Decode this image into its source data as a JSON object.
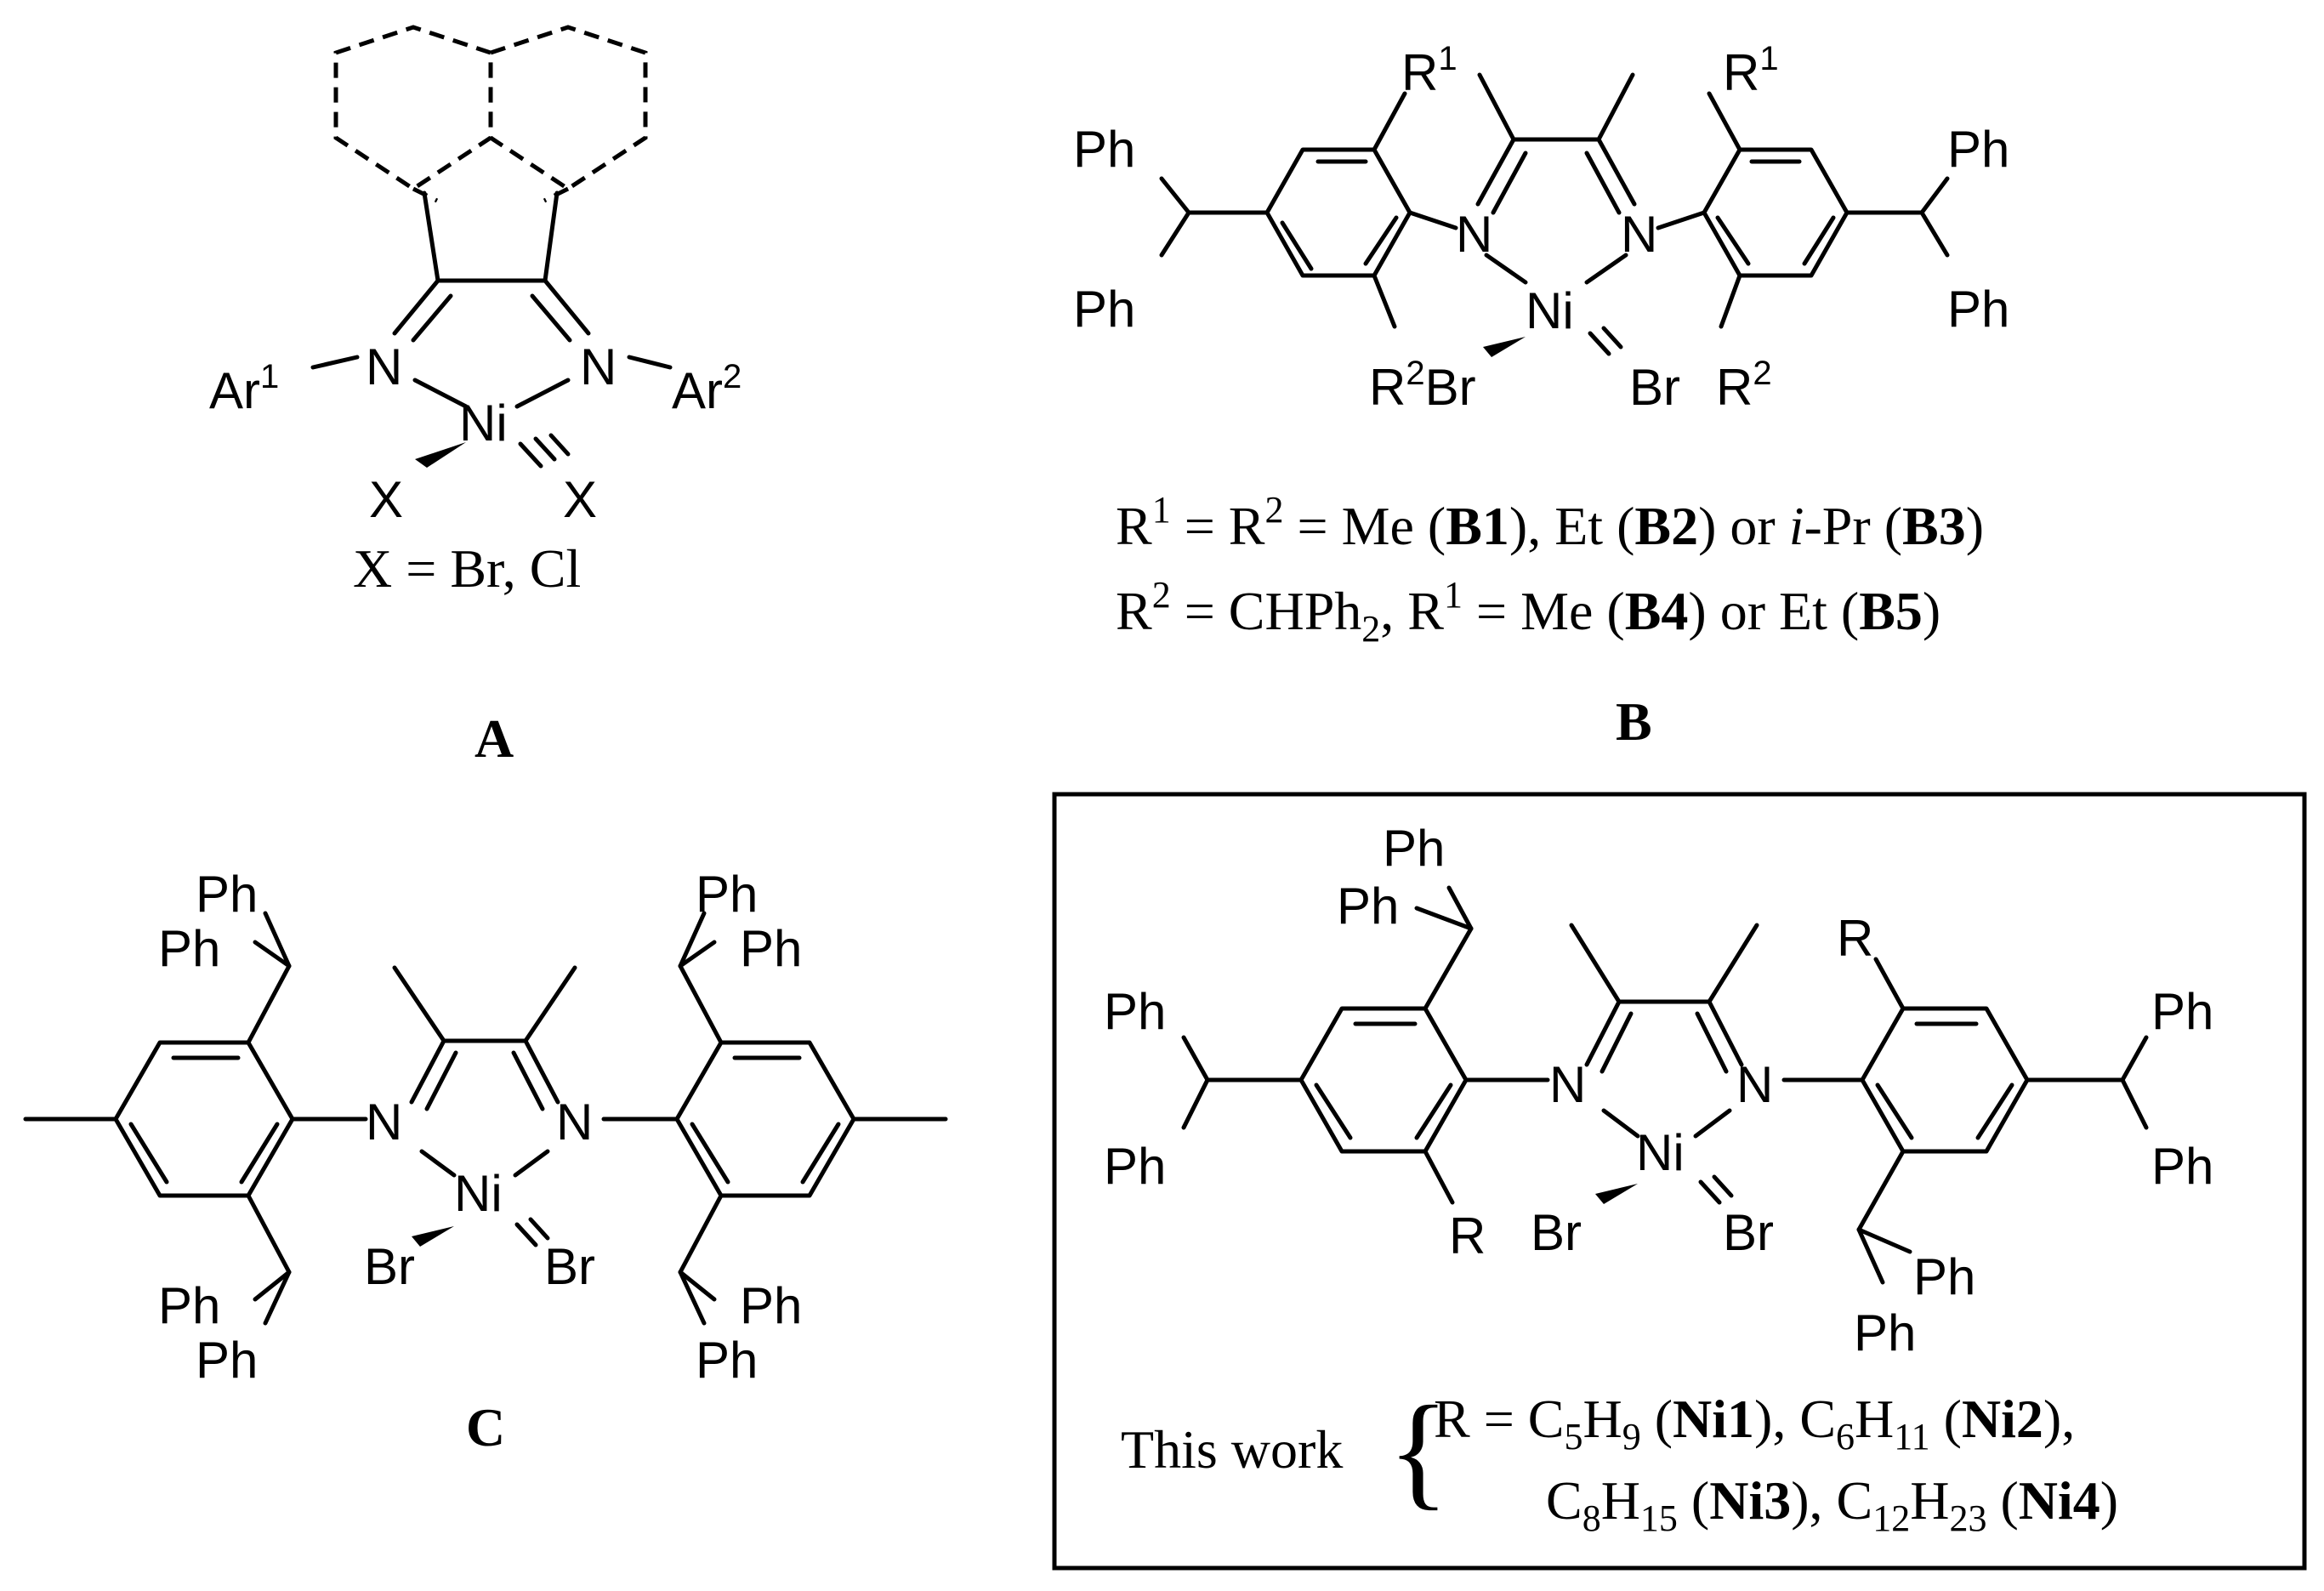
{
  "panels": {
    "A": {
      "label": "A",
      "note": "X = Br, Cl",
      "atoms": {
        "ni": "Ni",
        "n": "N",
        "x": "X",
        "ar": "Ar",
        "ar1_sup": "1",
        "ar2_sup": "2"
      }
    },
    "B": {
      "label": "B",
      "atoms": {
        "ni": "Ni",
        "n": "N",
        "br": "Br",
        "ph": "Ph",
        "r": "R",
        "r1_sup": "1",
        "r2_sup": "2"
      },
      "legend_line1": {
        "r": "R",
        "sup1": "1",
        "eq1": " = ",
        "sup2": "2",
        "t1": " = Me (",
        "b1": "B1",
        "t2": "), Et (",
        "b2": "B2",
        "t3": ") or ",
        "ipr": "i",
        "t4": "-Pr (",
        "b3": "B3",
        "t5": ")"
      },
      "legend_line2": {
        "r": "R",
        "sup2": "2",
        "t1": " = CHPh",
        "sub2": "2",
        "t2": ", R",
        "sup1": "1",
        "t3": " = Me (",
        "b4": "B4",
        "t4": ") or Et (",
        "b5": "B5",
        "t5": ")"
      }
    },
    "C": {
      "label": "C",
      "atoms": {
        "ni": "Ni",
        "n": "N",
        "br": "Br",
        "ph": "Ph"
      }
    },
    "D": {
      "atoms": {
        "ni": "Ni",
        "n": "N",
        "br": "Br",
        "ph": "Ph",
        "r": "R"
      },
      "this_work": "This work",
      "brace": "{",
      "line1": {
        "r": "R = C",
        "s1": "5",
        "h1": "H",
        "s2": "9",
        "o1": " (",
        "b1": "Ni1",
        "c1": "), C",
        "s3": "6",
        "h2": "H",
        "s4": "11",
        "o2": " (",
        "b2": "Ni2",
        "c2": "),"
      },
      "line2": {
        "c": "C",
        "s1": "8",
        "h1": "H",
        "s2": "15",
        "o1": " (",
        "b1": "Ni3",
        "c1": "), C",
        "s3": "12",
        "h2": "H",
        "s4": "23",
        "o2": " (",
        "b2": "Ni4",
        "c2": ")"
      }
    }
  }
}
